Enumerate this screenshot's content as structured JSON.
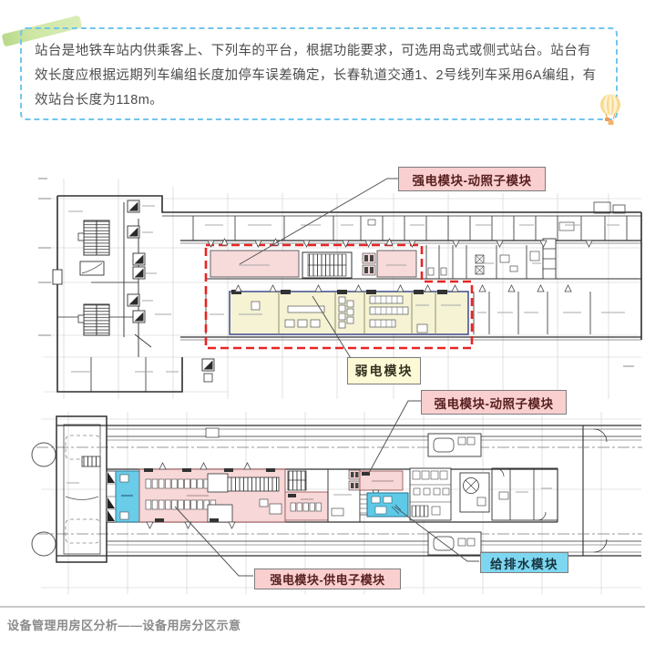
{
  "intro": {
    "text": "站台是地铁车站内供乘客上、下列车的平台，根据功能要求，可选用岛式或侧式站台。站台有效长度应根据远期列车编组长度加停车误差确定，长春轨道交通1、2号线列车采用6A编组，有效站台长度为118m。"
  },
  "plan_concourse": {
    "callouts": {
      "strong_power_lighting": "强电模块-动照子模块",
      "weak_current": "弱电模块"
    }
  },
  "plan_platform": {
    "callouts": {
      "strong_power_lighting": "强电模块-动照子模块",
      "strong_power_supply": "强电模块-供电子模块",
      "water_supply_drainage": "给排水模块"
    }
  },
  "caption": {
    "text": "设备管理用房区分析——设备用房分区示意"
  },
  "decorations": {
    "balloon_icon": "hot-air-balloon",
    "highlight_mark": "green-brush-stroke"
  },
  "colors": {
    "intro_border": "#72c5ec",
    "intro_text": "#4c4c4c",
    "highlight_green": "#cfe7a6",
    "callout_pink_bg": "#f9cfd0",
    "callout_yellow_bg": "#fcfad6",
    "callout_cyan_bg": "#7ed7f0",
    "boundary_red": "#e82424",
    "room_pink": "#f7dada",
    "room_yellow": "#f5f3d4",
    "room_cyan": "#69cce8",
    "caption_gray": "#8b8b8b"
  }
}
